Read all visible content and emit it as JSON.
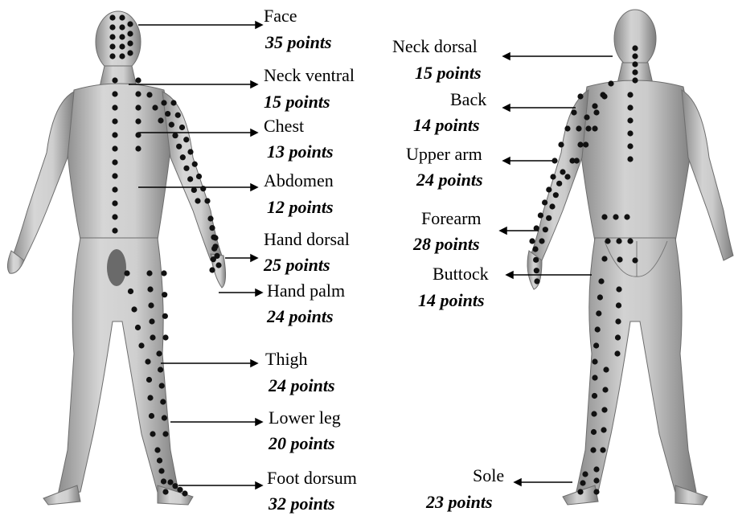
{
  "regions_front": [
    {
      "name": "Face",
      "points": "35 points"
    },
    {
      "name": "Neck ventral",
      "points": "15 points"
    },
    {
      "name": "Chest",
      "points": "13 points"
    },
    {
      "name": "Abdomen",
      "points": "12 points"
    },
    {
      "name": "Hand dorsal",
      "points": "25 points"
    },
    {
      "name": "Hand palm",
      "points": "24 points"
    },
    {
      "name": "Thigh",
      "points": "24 points"
    },
    {
      "name": "Lower leg",
      "points": "20 points"
    },
    {
      "name": "Foot dorsum",
      "points": "32 points"
    }
  ],
  "regions_back": [
    {
      "name": "Neck dorsal",
      "points": "15 points"
    },
    {
      "name": "Back",
      "points": "14 points"
    },
    {
      "name": "Upper arm",
      "points": "24 points"
    },
    {
      "name": "Forearm",
      "points": "28 points"
    },
    {
      "name": "Buttock",
      "points": "14 points"
    },
    {
      "name": "Sole",
      "points": "23 points"
    }
  ],
  "colors": {
    "body": "#c9c9c9",
    "body_shade": "#8a8a8a",
    "dot": "#111111",
    "genital_mask": "#6a6a6a",
    "text": "#000000"
  }
}
